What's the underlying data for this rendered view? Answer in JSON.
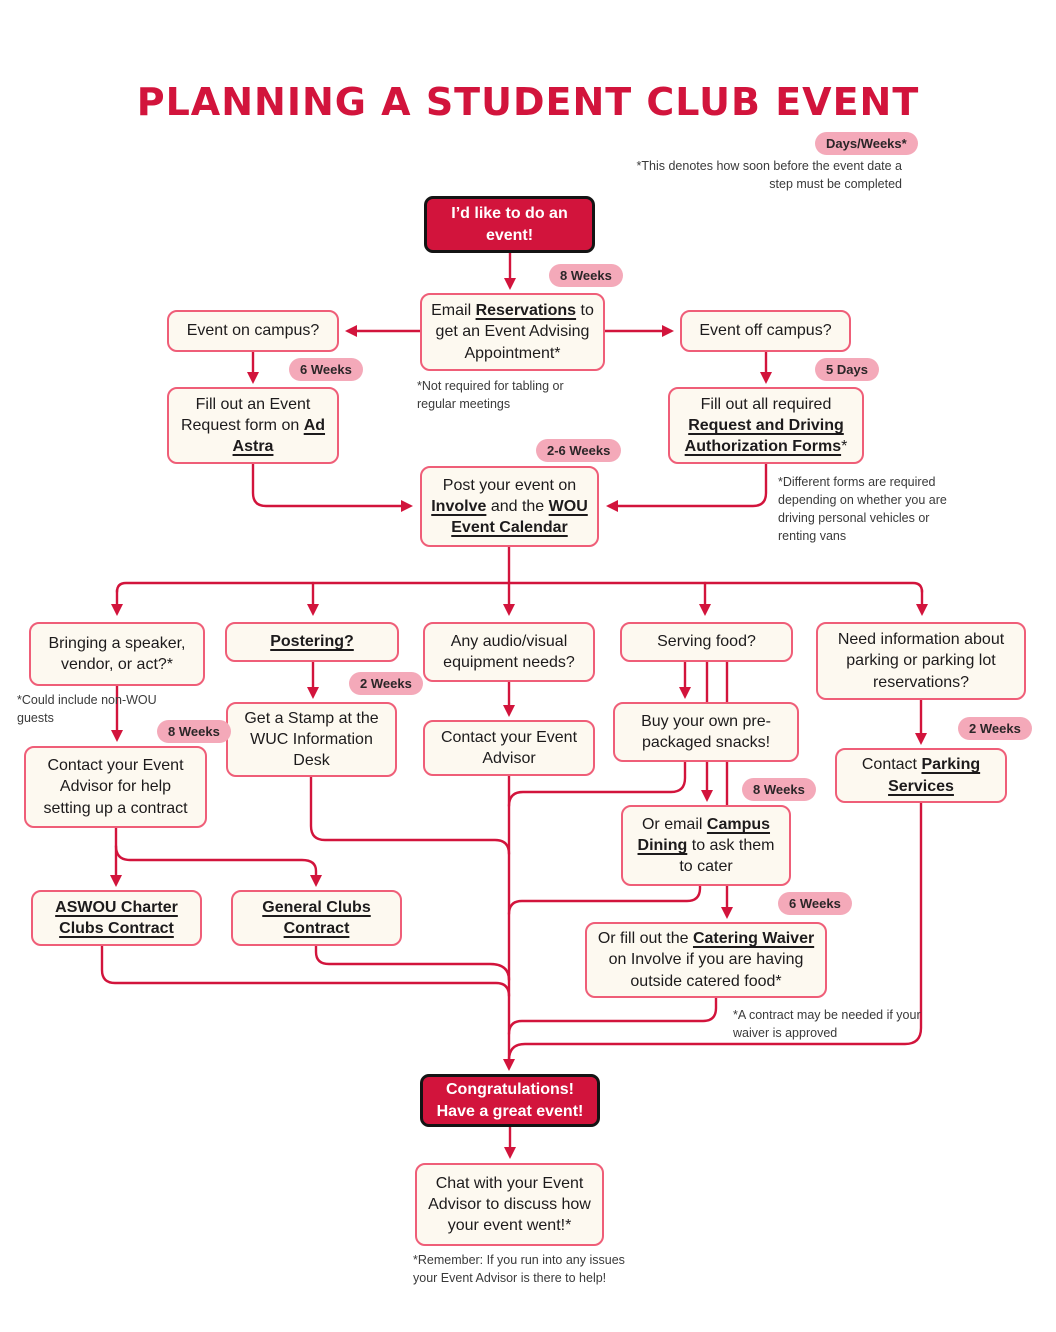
{
  "title": "PLANNING A STUDENT CLUB EVENT",
  "legend": {
    "badge": "Days/Weeks*",
    "note": "*This denotes how soon before the event date a step must be completed"
  },
  "nodes": {
    "start": {
      "segments": [
        {
          "t": "I’d like to do an event!"
        }
      ]
    },
    "email": {
      "segments": [
        {
          "t": "Email "
        },
        {
          "t": "Reservations",
          "link": true
        },
        {
          "t": " to get an Event Advising Appointment*"
        }
      ]
    },
    "on_campus": {
      "segments": [
        {
          "t": "Event on campus?"
        }
      ]
    },
    "ad_astra": {
      "segments": [
        {
          "t": "Fill out an Event Request form on "
        },
        {
          "t": "Ad Astra",
          "link": true
        }
      ]
    },
    "off_campus": {
      "segments": [
        {
          "t": "Event off campus?"
        }
      ]
    },
    "forms": {
      "segments": [
        {
          "t": "Fill out all required "
        },
        {
          "t": "Request and Driving Authorization Forms",
          "link": true
        },
        {
          "t": "*"
        }
      ]
    },
    "post": {
      "segments": [
        {
          "t": "Post your event on "
        },
        {
          "t": "Involve",
          "link": true
        },
        {
          "t": " and the "
        },
        {
          "t": "WOU Event Calendar",
          "link": true
        }
      ]
    },
    "speaker": {
      "segments": [
        {
          "t": "Bringing a speaker, vendor, or act?*"
        }
      ]
    },
    "contact_contract": {
      "segments": [
        {
          "t": "Contact your Event Advisor for help setting up a contract"
        }
      ]
    },
    "aswou": {
      "segments": [
        {
          "t": "ASWOU Charter Clubs Contract",
          "link": true
        }
      ]
    },
    "general": {
      "segments": [
        {
          "t": "General Clubs Contract",
          "link": true
        }
      ]
    },
    "postering": {
      "segments": [
        {
          "t": "Postering?",
          "link": true
        }
      ]
    },
    "stamp": {
      "segments": [
        {
          "t": "Get a Stamp at the WUC Information Desk"
        }
      ]
    },
    "av": {
      "segments": [
        {
          "t": "Any audio/visual equipment needs?"
        }
      ]
    },
    "contact_av": {
      "segments": [
        {
          "t": "Contact your Event Advisor"
        }
      ]
    },
    "food": {
      "segments": [
        {
          "t": "Serving food?"
        }
      ]
    },
    "snacks": {
      "segments": [
        {
          "t": "Buy your own pre-packaged snacks!"
        }
      ]
    },
    "dining": {
      "segments": [
        {
          "t": "Or email "
        },
        {
          "t": "Campus Dining",
          "link": true
        },
        {
          "t": " to ask them to cater"
        }
      ]
    },
    "waiver": {
      "segments": [
        {
          "t": "Or fill out the "
        },
        {
          "t": "Catering Waiver",
          "link": true
        },
        {
          "t": " on Involve if you are having outside catered food*"
        }
      ]
    },
    "parking_q": {
      "segments": [
        {
          "t": "Need information about parking or parking lot reservations?"
        }
      ]
    },
    "parking": {
      "segments": [
        {
          "t": "Contact "
        },
        {
          "t": "Parking Services",
          "link": true
        }
      ]
    },
    "congrats": {
      "segments": [
        {
          "t": "Congratulations! Have a great event!"
        }
      ]
    },
    "chat": {
      "segments": [
        {
          "t": "Chat with your Event Advisor to discuss how your event went!*"
        }
      ]
    }
  },
  "badges": {
    "email": "8 Weeks",
    "on_campus": "6 Weeks",
    "off_campus": "5 Days",
    "post": "2-6 Weeks",
    "speaker": "8 Weeks",
    "postering": "2 Weeks",
    "dining": "8 Weeks",
    "waiver": "6 Weeks",
    "parking": "2 Weeks"
  },
  "notes": {
    "email": "*Not required for tabling or regular meetings",
    "forms": "*Different forms are required depending on whether you are driving personal vehicles or renting vans",
    "speaker": "*Could include non-WOU guests",
    "waiver": "*A contract may be needed if your waiver is approved",
    "chat": "*Remember: If you run into any issues your Event Advisor is there to help!"
  },
  "colors": {
    "accent": "#d2143c",
    "box_border": "#ef5e78",
    "box_fill": "#fdf9f0",
    "badge_bg": "#f4a9b9",
    "text": "#1d1b1c"
  }
}
